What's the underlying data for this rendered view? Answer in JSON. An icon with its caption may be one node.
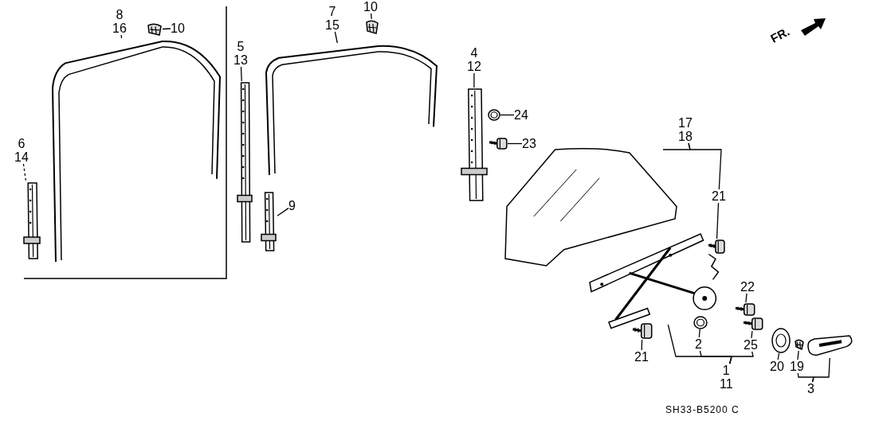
{
  "diagram": {
    "nodes": [
      {
        "text": [
          "8",
          "16"
        ]
      },
      {
        "text": [],
        "shape": "picture"
      },
      {
        "text": [
          "10"
        ]
      },
      {
        "text": [],
        "shape": "picture"
      },
      {
        "text": [
          "6",
          "14"
        ]
      },
      {
        "text": [],
        "shape": "picture"
      },
      {
        "text": [
          "5",
          "13"
        ]
      },
      {
        "text": [],
        "shape": "picture"
      },
      {
        "text": [
          "9"
        ]
      },
      {
        "text": [],
        "shape": "picture"
      },
      {
        "text": [
          "7",
          "15"
        ]
      },
      {
        "text": [],
        "shape": "picture"
      },
      {
        "text": [
          "10"
        ]
      },
      {
        "text": [],
        "shape": "picture"
      },
      {
        "text": [
          "4",
          "12"
        ]
      },
      {
        "text": [],
        "shape": "picture"
      },
      {
        "text": [
          "24"
        ]
      },
      {
        "text": [],
        "shape": "picture"
      },
      {
        "text": [
          "23"
        ]
      },
      {
        "text": [],
        "shape": "picture"
      },
      {
        "text": [
          "17",
          "18"
        ]
      },
      {
        "text": [],
        "shape": "picture"
      },
      {
        "text": [
          "21"
        ]
      },
      {
        "text": [],
        "shape": "picture"
      },
      {
        "text": [
          "1",
          "11"
        ]
      },
      {
        "text": [],
        "shape": "picture"
      },
      {
        "text": [
          "2"
        ]
      },
      {
        "text": [],
        "shape": "picture"
      },
      {
        "text": [
          "21"
        ]
      },
      {
        "text": [],
        "shape": "picture"
      },
      {
        "text": [
          "22"
        ]
      },
      {
        "text": [],
        "shape": "picture"
      },
      {
        "text": [
          "25"
        ]
      },
      {
        "text": [],
        "shape": "picture"
      },
      {
        "text": [
          "20"
        ]
      },
      {
        "text": [],
        "shape": "picture"
      },
      {
        "text": [
          "19"
        ]
      },
      {
        "text": [],
        "shape": "picture"
      },
      {
        "text": [
          "3"
        ]
      },
      {
        "text": [],
        "shape": "picture"
      }
    ],
    "edges": [
      {
        "from": 0,
        "to": 1,
        "arrow": "none"
      },
      {
        "from": 2,
        "to": 3,
        "arrow": "none"
      },
      {
        "from": 4,
        "to": 5,
        "arrow": "none",
        "style": "dashed"
      },
      {
        "from": 6,
        "to": 7,
        "arrow": "none"
      },
      {
        "from": 8,
        "to": 9,
        "arrow": "none"
      },
      {
        "from": 10,
        "to": 11,
        "arrow": "none"
      },
      {
        "from": 12,
        "to": 13,
        "arrow": "none"
      },
      {
        "from": 14,
        "to": 15,
        "arrow": "none"
      },
      {
        "from": 16,
        "to": 17,
        "arrow": "none"
      },
      {
        "from": 18,
        "to": 19,
        "arrow": "none"
      },
      {
        "from": 20,
        "to": 21,
        "arrow": "none"
      },
      {
        "from": 20,
        "to": 22,
        "arrow": "none"
      },
      {
        "from": 22,
        "to": 23,
        "arrow": "none"
      },
      {
        "from": 24,
        "to": 25,
        "arrow": "none"
      },
      {
        "from": 24,
        "to": 26,
        "arrow": "none"
      },
      {
        "from": 24,
        "to": 32,
        "arrow": "none"
      },
      {
        "from": 26,
        "to": 27,
        "arrow": "none"
      },
      {
        "from": 28,
        "to": 29,
        "arrow": "none"
      },
      {
        "from": 30,
        "to": 31,
        "arrow": "none"
      },
      {
        "from": 32,
        "to": 33,
        "arrow": "none"
      },
      {
        "from": 34,
        "to": 35,
        "arrow": "none"
      },
      {
        "from": 36,
        "to": 37,
        "arrow": "none"
      },
      {
        "from": 38,
        "to": 39,
        "arrow": "none"
      },
      {
        "from": 38,
        "to": 36,
        "arrow": "none"
      }
    ],
    "labels": [
      "FR.",
      "SH33-B5200 C"
    ]
  }
}
